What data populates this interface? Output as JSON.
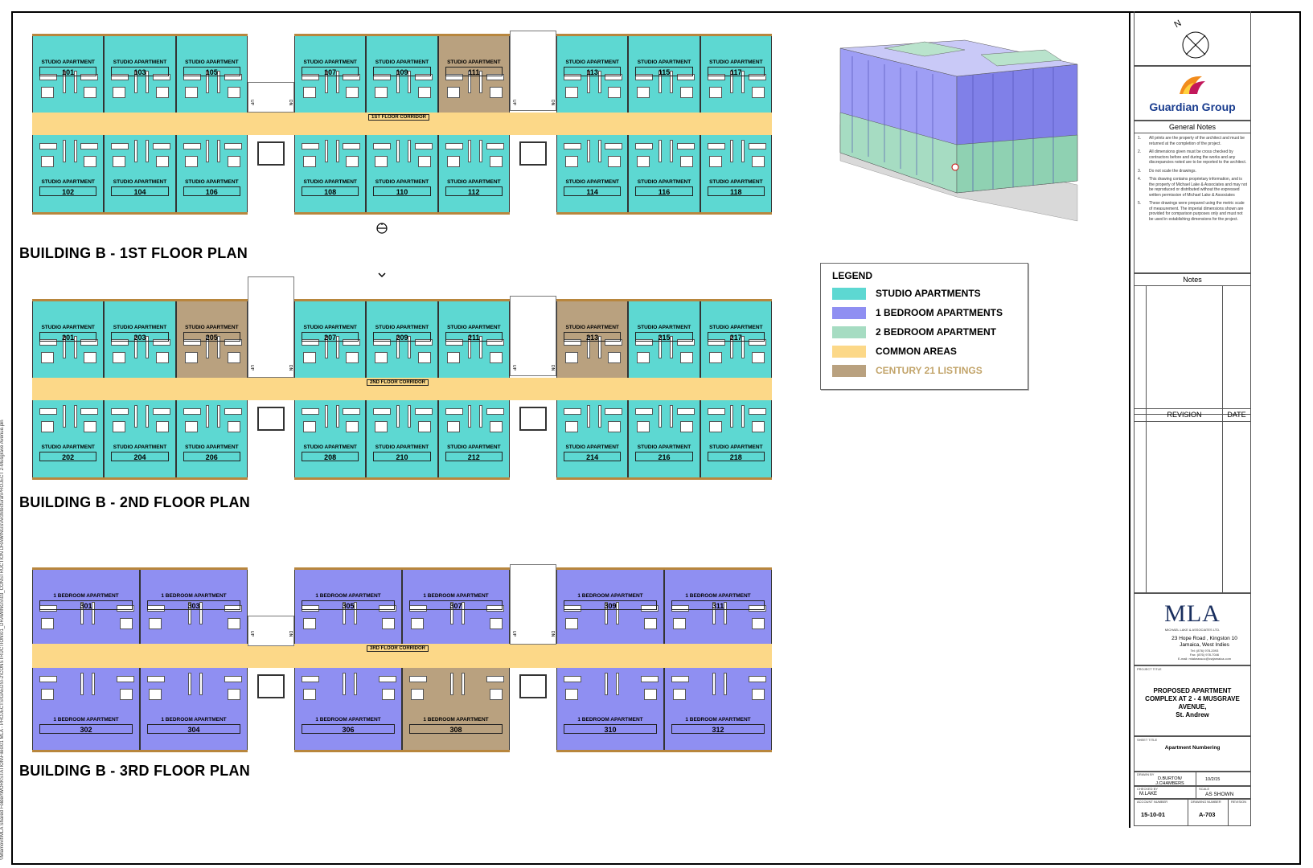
{
  "colors": {
    "studio": "#5dd8d2",
    "one_bedroom": "#8f8ff2",
    "two_bedroom": "#a6dcc2",
    "common": "#fcd888",
    "century21": "#b9a17f",
    "century21_text": "#c2a46a"
  },
  "side_path": "\\\\Mlamovit\\MLA Shared Folder\\WORKSTATION\\Files\\01 MLA - PROJECTS\\GAEDS\\-2\\CONSTRUCTION\\01_DRAWINGS\\03_CONSTRUCTION DRAWINGS\\Architectural\\PROJECT 2-Musgrave Avenue.pln",
  "plans": [
    {
      "title": "BUILDING B - 1ST FLOOR PLAN",
      "corridor": "1ST FLOOR CORRIDOR",
      "wings": [
        {
          "units": [
            {
              "tag": "STUDIO APARTMENT",
              "num": "101",
              "type": "studio",
              "row": "top"
            },
            {
              "tag": "STUDIO APARTMENT",
              "num": "103",
              "type": "studio",
              "row": "top"
            },
            {
              "tag": "STUDIO APARTMENT",
              "num": "105",
              "type": "studio",
              "row": "top"
            },
            {
              "tag": "STUDIO APARTMENT",
              "num": "102",
              "type": "studio",
              "row": "bottom"
            },
            {
              "tag": "STUDIO APARTMENT",
              "num": "104",
              "type": "studio",
              "row": "bottom"
            },
            {
              "tag": "STUDIO APARTMENT",
              "num": "106",
              "type": "studio",
              "row": "bottom"
            }
          ]
        },
        {
          "units": [
            {
              "tag": "STUDIO APARTMENT",
              "num": "107",
              "type": "studio",
              "row": "top"
            },
            {
              "tag": "STUDIO APARTMENT",
              "num": "109",
              "type": "studio",
              "row": "top"
            },
            {
              "tag": "STUDIO APARTMENT",
              "num": "111",
              "type": "century21",
              "row": "top"
            },
            {
              "tag": "STUDIO APARTMENT",
              "num": "108",
              "type": "studio",
              "row": "bottom"
            },
            {
              "tag": "STUDIO APARTMENT",
              "num": "110",
              "type": "studio",
              "row": "bottom"
            },
            {
              "tag": "STUDIO APARTMENT",
              "num": "112",
              "type": "studio",
              "row": "bottom"
            }
          ]
        },
        {
          "units": [
            {
              "tag": "STUDIO APARTMENT",
              "num": "113",
              "type": "studio",
              "row": "top"
            },
            {
              "tag": "STUDIO APARTMENT",
              "num": "115",
              "type": "studio",
              "row": "top"
            },
            {
              "tag": "STUDIO APARTMENT",
              "num": "117",
              "type": "studio",
              "row": "top"
            },
            {
              "tag": "STUDIO APARTMENT",
              "num": "114",
              "type": "studio",
              "row": "bottom"
            },
            {
              "tag": "STUDIO APARTMENT",
              "num": "116",
              "type": "studio",
              "row": "bottom"
            },
            {
              "tag": "STUDIO APARTMENT",
              "num": "118",
              "type": "studio",
              "row": "bottom"
            }
          ]
        }
      ]
    },
    {
      "title": "BUILDING B - 2ND FLOOR PLAN",
      "corridor": "2ND FLOOR CORRIDOR",
      "wings": [
        {
          "units": [
            {
              "tag": "STUDIO APARTMENT",
              "num": "201",
              "type": "studio",
              "row": "top"
            },
            {
              "tag": "STUDIO APARTMENT",
              "num": "203",
              "type": "studio",
              "row": "top"
            },
            {
              "tag": "STUDIO APARTMENT",
              "num": "205",
              "type": "century21",
              "row": "top"
            },
            {
              "tag": "STUDIO APARTMENT",
              "num": "202",
              "type": "studio",
              "row": "bottom"
            },
            {
              "tag": "STUDIO APARTMENT",
              "num": "204",
              "type": "studio",
              "row": "bottom"
            },
            {
              "tag": "STUDIO APARTMENT",
              "num": "206",
              "type": "studio",
              "row": "bottom"
            }
          ]
        },
        {
          "units": [
            {
              "tag": "STUDIO APARTMENT",
              "num": "207",
              "type": "studio",
              "row": "top"
            },
            {
              "tag": "STUDIO APARTMENT",
              "num": "209",
              "type": "studio",
              "row": "top"
            },
            {
              "tag": "STUDIO APARTMENT",
              "num": "211",
              "type": "studio",
              "row": "top"
            },
            {
              "tag": "STUDIO APARTMENT",
              "num": "208",
              "type": "studio",
              "row": "bottom"
            },
            {
              "tag": "STUDIO APARTMENT",
              "num": "210",
              "type": "studio",
              "row": "bottom"
            },
            {
              "tag": "STUDIO APARTMENT",
              "num": "212",
              "type": "studio",
              "row": "bottom"
            }
          ]
        },
        {
          "units": [
            {
              "tag": "STUDIO APARTMENT",
              "num": "213",
              "type": "century21",
              "row": "top"
            },
            {
              "tag": "STUDIO APARTMENT",
              "num": "215",
              "type": "studio",
              "row": "top"
            },
            {
              "tag": "STUDIO APARTMENT",
              "num": "217",
              "type": "studio",
              "row": "top"
            },
            {
              "tag": "STUDIO APARTMENT",
              "num": "214",
              "type": "studio",
              "row": "bottom"
            },
            {
              "tag": "STUDIO APARTMENT",
              "num": "216",
              "type": "studio",
              "row": "bottom"
            },
            {
              "tag": "STUDIO APARTMENT",
              "num": "218",
              "type": "studio",
              "row": "bottom"
            }
          ]
        }
      ]
    },
    {
      "title": "BUILDING B - 3RD FLOOR PLAN",
      "corridor": "3RD FLOOR CORRIDOR",
      "wings": [
        {
          "units": [
            {
              "tag": "1 BEDROOM APARTMENT",
              "num": "301",
              "type": "one_bedroom",
              "row": "top"
            },
            {
              "tag": "1 BEDROOM APARTMENT",
              "num": "303",
              "type": "one_bedroom",
              "row": "top"
            },
            {
              "tag": "1 BEDROOM APARTMENT",
              "num": "302",
              "type": "one_bedroom",
              "row": "bottom"
            },
            {
              "tag": "1 BEDROOM APARTMENT",
              "num": "304",
              "type": "one_bedroom",
              "row": "bottom"
            }
          ]
        },
        {
          "units": [
            {
              "tag": "1 BEDROOM APARTMENT",
              "num": "305",
              "type": "one_bedroom",
              "row": "top"
            },
            {
              "tag": "1 BEDROOM APARTMENT",
              "num": "307",
              "type": "one_bedroom",
              "row": "top"
            },
            {
              "tag": "1 BEDROOM APARTMENT",
              "num": "306",
              "type": "one_bedroom",
              "row": "bottom"
            },
            {
              "tag": "1 BEDROOM APARTMENT",
              "num": "308",
              "type": "century21",
              "row": "bottom"
            }
          ]
        },
        {
          "units": [
            {
              "tag": "1 BEDROOM APARTMENT",
              "num": "309",
              "type": "one_bedroom",
              "row": "top"
            },
            {
              "tag": "1 BEDROOM APARTMENT",
              "num": "311",
              "type": "one_bedroom",
              "row": "top"
            },
            {
              "tag": "1 BEDROOM APARTMENT",
              "num": "310",
              "type": "one_bedroom",
              "row": "bottom"
            },
            {
              "tag": "1 BEDROOM APARTMENT",
              "num": "312",
              "type": "one_bedroom",
              "row": "bottom"
            }
          ]
        }
      ]
    }
  ],
  "stair_labels": {
    "up": "UP",
    "dn": "DN"
  },
  "legend": {
    "title": "LEGEND",
    "items": [
      {
        "label": "STUDIO APARTMENTS",
        "type": "studio"
      },
      {
        "label": "1 BEDROOM APARTMENTS",
        "type": "one_bedroom"
      },
      {
        "label": "2 BEDROOM APARTMENT",
        "type": "two_bedroom"
      },
      {
        "label": "COMMON AREAS",
        "type": "common"
      },
      {
        "label": "CENTURY 21 LISTINGS",
        "type": "century21"
      }
    ]
  },
  "title_block": {
    "north": "N",
    "client": "Guardian Group",
    "general_notes_title": "General Notes",
    "general_notes": [
      {
        "n": "1.",
        "text": "All prints are the property of the architect and must be returned at the completion of the project."
      },
      {
        "n": "2.",
        "text": "All dimensions given must be cross checked by contractors before and during the works and any discrepancies noted are to be reported to the architect."
      },
      {
        "n": "3.",
        "text": "Do not scale the drawings."
      },
      {
        "n": "4.",
        "text": "This drawing contains proprietary information, and is the property of Michael Lake & Associates and may not be reproduced or distributed without the expressed written permission of Michael Lake & Associates"
      },
      {
        "n": "5.",
        "text": "These drawings were prepared using the metric scale of measurement. The imperial dimensions shown are provided for comparison purposes only and must not be used in establishing dimensions for the project."
      }
    ],
    "notes_title": "Notes",
    "revision_label": "REVISION",
    "date_label": "DATE",
    "firm_logo": "MLA",
    "firm_sub": "MICHAEL LAKE & ASSOCIATES LTD.",
    "firm_address": [
      "23 Hope Road , Kingston 10",
      "Jamaica, West Indies"
    ],
    "firm_contact": [
      "Tel: (876) 978-2093",
      "Fax: (876) 978-7046",
      "E-mail: mlakeassoc@cwjamaica.com"
    ],
    "project_label": "PROJECT TITLE",
    "project_title": "PROPOSED APARTMENT COMPLEX  AT 2 - 4 MUSGRAVE AVENUE,",
    "project_location": "St. Andrew",
    "sheet_label": "SHEET TITLE",
    "sheet_title": "Apartment Numbering",
    "drawn_label": "DRAWN BY",
    "drawn_by": "D.BURTON/ J.CHAMBERS",
    "date_value": "10/2/15",
    "checked_label": "CHECKED BY",
    "checked_by": "M.LAKE",
    "scale_label": "SCALE",
    "scale": "AS SHOWN",
    "account_label": "ACCOUNT NUMBER",
    "account": "15-10-01",
    "drawing_label": "DRAWING NUMBER",
    "drawing_number": "A-703",
    "revision_no_label": "REVISION"
  }
}
